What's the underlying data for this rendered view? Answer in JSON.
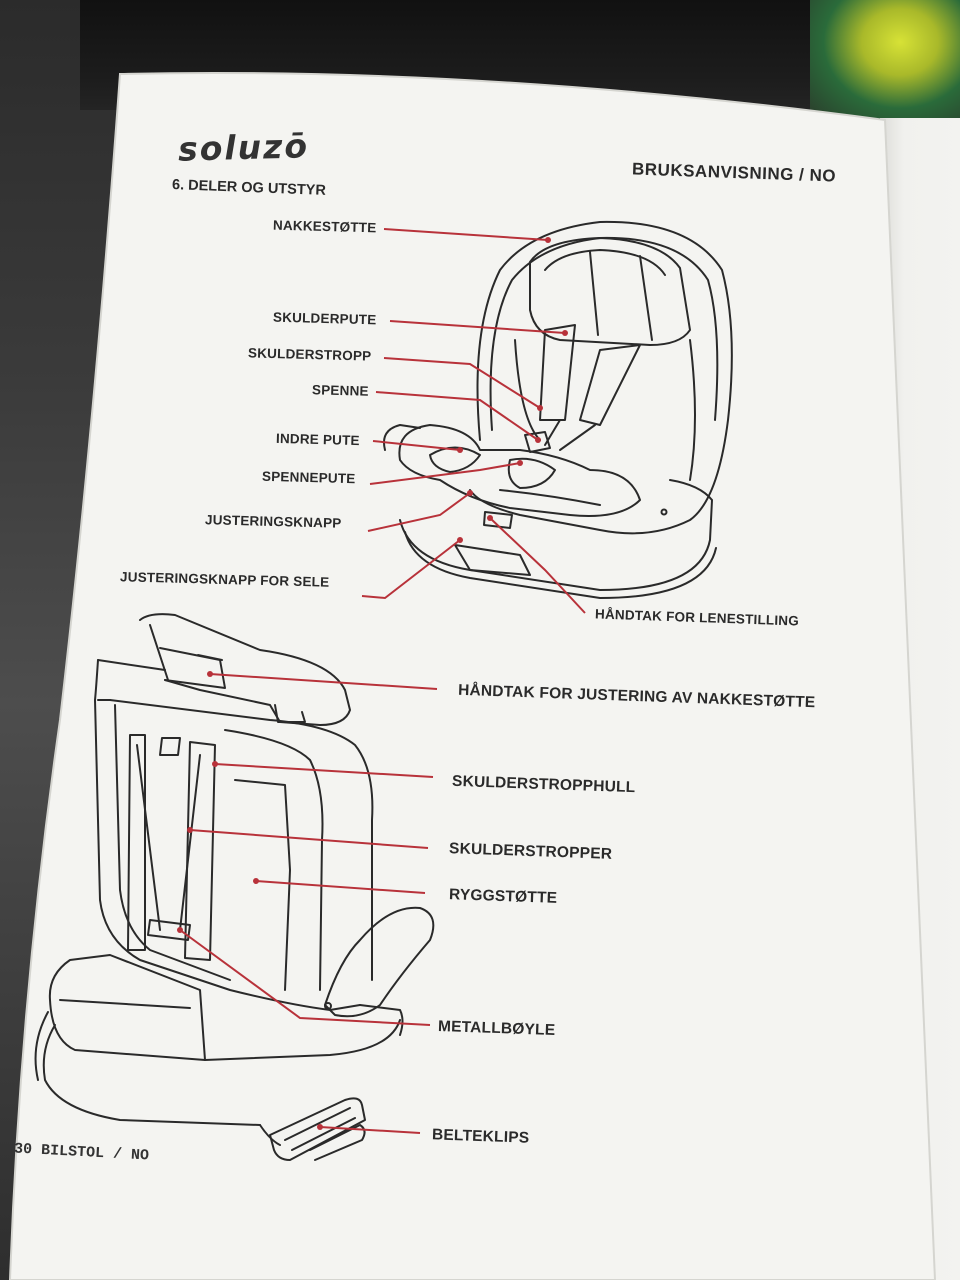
{
  "brand": "soluzō",
  "header": {
    "manual_title": "BRUKSANVISNING / NO",
    "section_title": "6.  DELER OG UTSTYR"
  },
  "labels_top": [
    "NAKKESTØTTE",
    "SKULDERPUTE",
    "SKULDERSTROPP",
    "SPENNE",
    "INDRE PUTE",
    "SPENNEPUTE",
    "JUSTERINGSKNAPP",
    "JUSTERINGSKNAPP FOR SELE",
    "HÅNDTAK FOR LENESTILLING"
  ],
  "labels_bottom": [
    "HÅNDTAK FOR JUSTERING AV NAKKESTØTTE",
    "SKULDERSTROPPHULL",
    "SKULDERSTROPPER",
    "RYGGSTØTTE",
    "METALLBØYLE",
    "BELTEKLIPS"
  ],
  "footer": {
    "page_number": "30",
    "page_label": "BILSTOL / NO"
  },
  "colors": {
    "leader_line": "#b8323a",
    "ink": "#2a2a2a",
    "paper": "#f4f4f1"
  }
}
